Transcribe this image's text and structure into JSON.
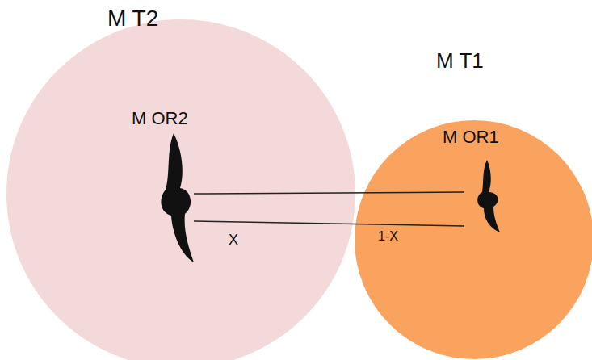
{
  "diagram": {
    "nodes": [
      {
        "text": [
          "M T2"
        ]
      },
      {
        "text": [
          "M OR2"
        ],
        "in": 0
      },
      {
        "text": [
          "M T1"
        ]
      },
      {
        "text": [
          "M OR1"
        ],
        "in": 2
      }
    ],
    "edges": [
      {
        "from": 1,
        "to": 3,
        "arrow": "none"
      },
      {
        "from": 1,
        "to": 3,
        "arrow": "none"
      }
    ],
    "labels": [
      "X",
      "1-X"
    ]
  }
}
